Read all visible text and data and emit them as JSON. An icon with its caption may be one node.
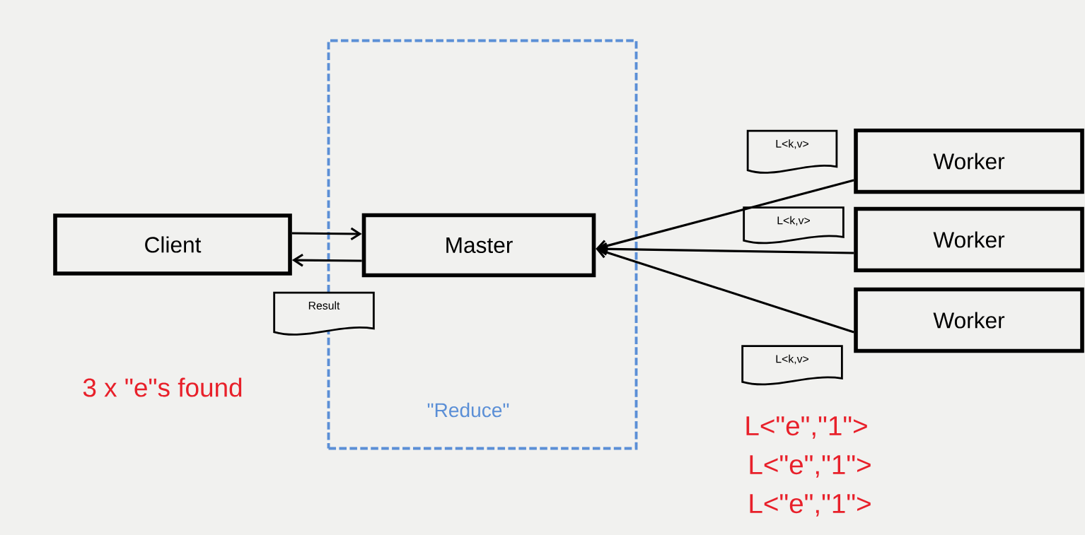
{
  "diagram": {
    "nodes": [
      {
        "text": [
          "\"Reduce\""
        ]
      },
      {
        "text": [
          "Client"
        ]
      },
      {
        "text": [
          "Master"
        ],
        "in": 0
      },
      {
        "text": [
          "Worker"
        ]
      },
      {
        "text": [
          "Worker"
        ]
      },
      {
        "text": [
          "Worker"
        ]
      },
      {
        "text": [
          "Result"
        ]
      },
      {
        "text": [
          "L<k,v>"
        ]
      },
      {
        "text": [
          "L<k,v>"
        ]
      },
      {
        "text": [
          "L<k,v>"
        ]
      }
    ],
    "edges": [
      {
        "from": 1,
        "to": 2,
        "arrow": "to"
      },
      {
        "from": 2,
        "to": 1,
        "arrow": "to"
      },
      {
        "from": 3,
        "to": 2,
        "arrow": "to"
      },
      {
        "from": 4,
        "to": 2,
        "arrow": "to"
      },
      {
        "from": 5,
        "to": 2,
        "arrow": "to"
      }
    ],
    "labels": [
      "3 x \"e\"s found",
      "L<\"e\",\"1\">",
      "L<\"e\",\"1\">",
      "L<\"e\",\"1\">"
    ]
  }
}
